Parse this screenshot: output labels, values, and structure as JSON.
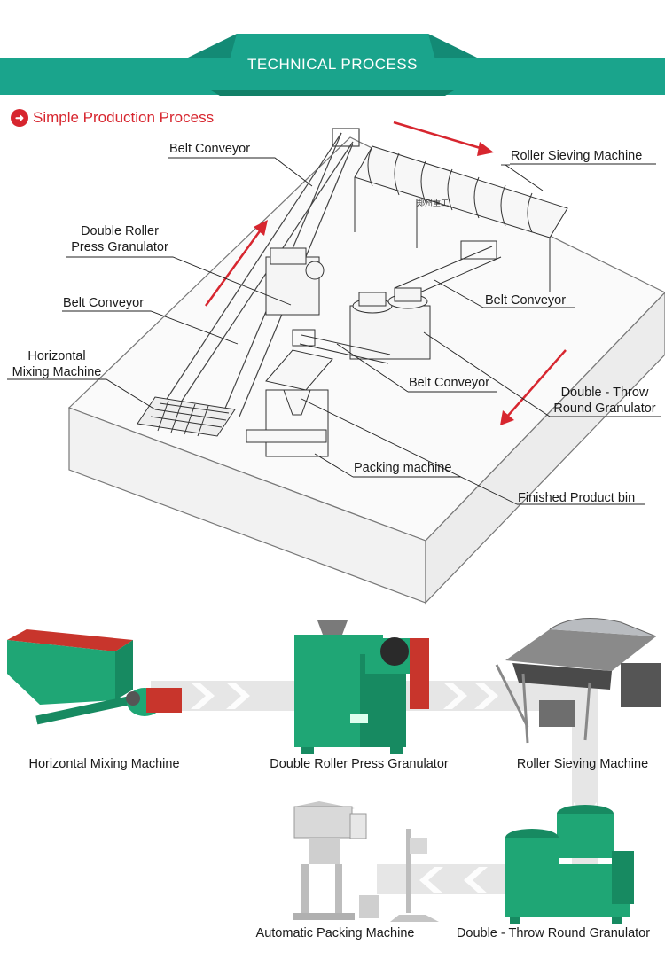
{
  "header": {
    "title": "TECHNICAL PROCESS"
  },
  "section": {
    "title": "Simple Production Process",
    "icon": "right-arrow-circle-icon"
  },
  "layout_labels": {
    "belt_conveyor_top": "Belt Conveyor",
    "roller_sieving": "Roller Sieving Machine",
    "double_roller_line1": "Double Roller",
    "double_roller_line2": "Press Granulator",
    "belt_conveyor_right": "Belt Conveyor",
    "belt_conveyor_left": "Belt Conveyor",
    "horizontal_line1": "Horizontal",
    "horizontal_line2": "Mixing Machine",
    "belt_conveyor_bottom": "Belt Conveyor",
    "throw_line1": "Double - Throw",
    "throw_line2": "Round Granulator",
    "packing": "Packing machine",
    "finished_bin": "Finished Product bin"
  },
  "machines": [
    {
      "name": "Horizontal Mixing Machine"
    },
    {
      "name": "Double Roller Press Granulator"
    },
    {
      "name": "Roller Sieving Machine"
    },
    {
      "name": "Automatic Packing Machine"
    },
    {
      "name": "Double - Throw Round Granulator"
    }
  ],
  "colors": {
    "teal": "#1aa48c",
    "red": "#d7262f",
    "machine_green": "#1fa675",
    "motor_red": "#c8352c"
  }
}
